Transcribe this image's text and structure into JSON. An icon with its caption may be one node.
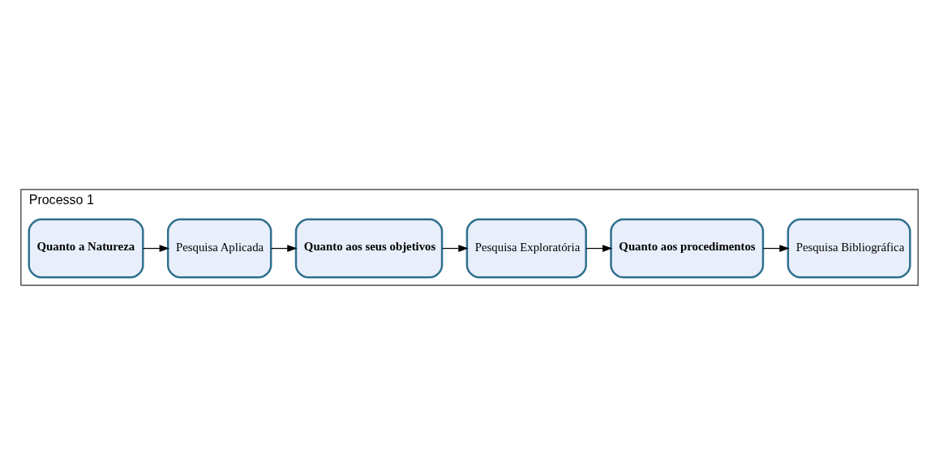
{
  "diagram": {
    "nodes": [
      {
        "text": [
          "Processo 1"
        ]
      },
      {
        "text": [
          "Quanto a Natureza"
        ],
        "in": 0
      },
      {
        "text": [
          "Pesquisa Aplicada"
        ],
        "in": 0
      },
      {
        "text": [
          "Quanto aos seus objetivos"
        ],
        "in": 0
      },
      {
        "text": [
          "Pesquisa Exploratória"
        ],
        "in": 0
      },
      {
        "text": [
          "Quanto aos procedimentos"
        ],
        "in": 0
      },
      {
        "text": [
          "Pesquisa Bibliográfica"
        ],
        "in": 0
      }
    ],
    "edges": [
      {
        "from": 1,
        "to": 2,
        "arrow": "to"
      },
      {
        "from": 2,
        "to": 3,
        "arrow": "to"
      },
      {
        "from": 3,
        "to": 4,
        "arrow": "to"
      },
      {
        "from": 4,
        "to": 5,
        "arrow": "to"
      },
      {
        "from": 5,
        "to": 6,
        "arrow": "to"
      }
    ]
  }
}
